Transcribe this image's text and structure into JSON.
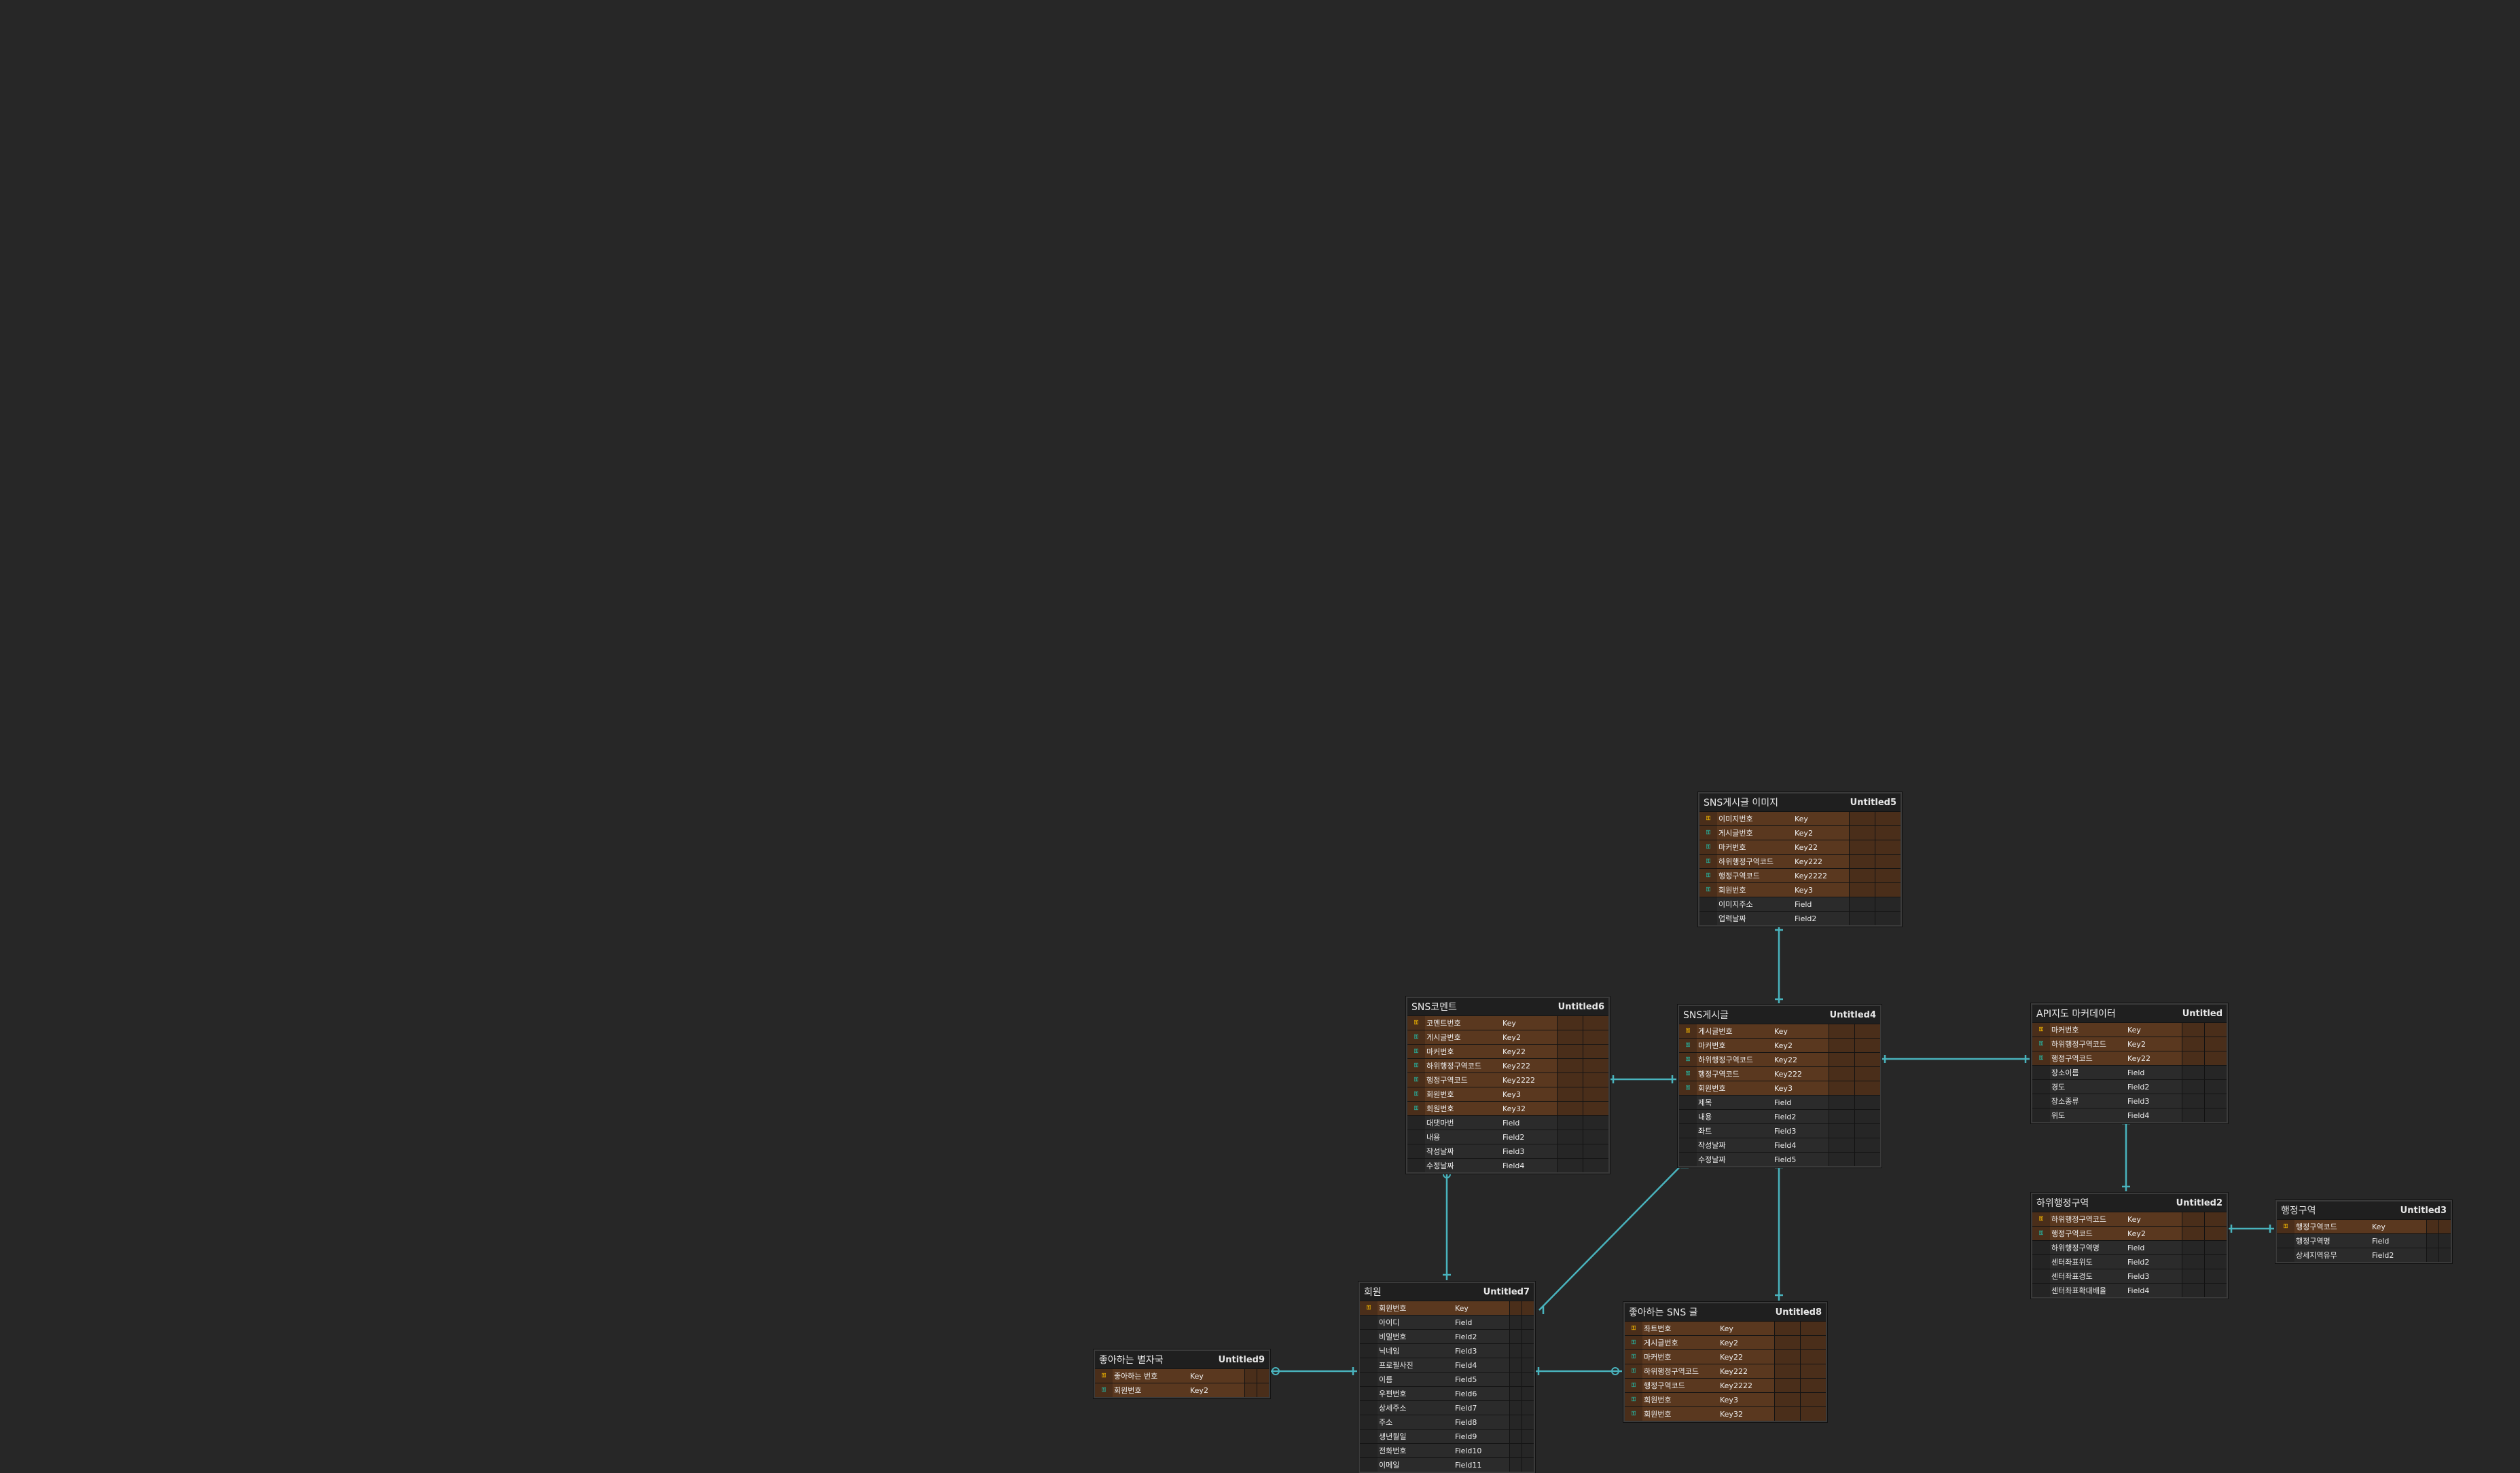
{
  "colors": {
    "background": "#272727",
    "link": "#49b3bd",
    "key_row": "#4a2e1a",
    "pk_icon": "#f0b400",
    "fk_icon": "#27b3a0"
  },
  "icons": {
    "pk": "pk-key-icon",
    "fk": "fk-key-icon",
    "pfk": "pfk-key-icon"
  },
  "entities": [
    {
      "id": "e5",
      "logical": "SNS게시글 이미지",
      "physical": "Untitled5",
      "columns": [
        {
          "name": "이미지번호",
          "type": "Key",
          "icon": "pk"
        },
        {
          "name": "게시글번호",
          "type": "Key2",
          "icon": "fk"
        },
        {
          "name": "마커번호",
          "type": "Key22",
          "icon": "fk"
        },
        {
          "name": "하위행정구역코드",
          "type": "Key222",
          "icon": "fk"
        },
        {
          "name": "행정구역코드",
          "type": "Key2222",
          "icon": "fk"
        },
        {
          "name": "회원번호",
          "type": "Key3",
          "icon": "fk"
        },
        {
          "name": "이미지주소",
          "type": "Field",
          "icon": ""
        },
        {
          "name": "업력날짜",
          "type": "Field2",
          "icon": ""
        }
      ]
    },
    {
      "id": "e6",
      "logical": "SNS코멘트",
      "physical": "Untitled6",
      "columns": [
        {
          "name": "코멘트번호",
          "type": "Key",
          "icon": "pk"
        },
        {
          "name": "게시글번호",
          "type": "Key2",
          "icon": "fk"
        },
        {
          "name": "마커번호",
          "type": "Key22",
          "icon": "fk"
        },
        {
          "name": "하위행정구역코드",
          "type": "Key222",
          "icon": "fk"
        },
        {
          "name": "행정구역코드",
          "type": "Key2222",
          "icon": "fk"
        },
        {
          "name": "회원번호",
          "type": "Key3",
          "icon": "fk"
        },
        {
          "name": "회원번호",
          "type": "Key32",
          "icon": "fk"
        },
        {
          "name": "대댓마번",
          "type": "Field",
          "icon": ""
        },
        {
          "name": "내용",
          "type": "Field2",
          "icon": ""
        },
        {
          "name": "작성날짜",
          "type": "Field3",
          "icon": ""
        },
        {
          "name": "수정날짜",
          "type": "Field4",
          "icon": ""
        }
      ]
    },
    {
      "id": "e4",
      "logical": "SNS게시글",
      "physical": "Untitled4",
      "columns": [
        {
          "name": "게시글번호",
          "type": "Key",
          "icon": "pk"
        },
        {
          "name": "마커번호",
          "type": "Key2",
          "icon": "fk"
        },
        {
          "name": "하위행정구역코드",
          "type": "Key22",
          "icon": "fk"
        },
        {
          "name": "행정구역코드",
          "type": "Key222",
          "icon": "fk"
        },
        {
          "name": "회원번호",
          "type": "Key3",
          "icon": "fk"
        },
        {
          "name": "제목",
          "type": "Field",
          "icon": ""
        },
        {
          "name": "내용",
          "type": "Field2",
          "icon": ""
        },
        {
          "name": "좌트",
          "type": "Field3",
          "icon": ""
        },
        {
          "name": "작성날짜",
          "type": "Field4",
          "icon": ""
        },
        {
          "name": "수정날짜",
          "type": "Field5",
          "icon": ""
        }
      ]
    },
    {
      "id": "e1",
      "logical": "API지도 마커데이터",
      "physical": "Untitled",
      "columns": [
        {
          "name": "마커번호",
          "type": "Key",
          "icon": "pk"
        },
        {
          "name": "하위행정구역코드",
          "type": "Key2",
          "icon": "fk"
        },
        {
          "name": "행정구역코드",
          "type": "Key22",
          "icon": "fk"
        },
        {
          "name": "장소이름",
          "type": "Field",
          "icon": ""
        },
        {
          "name": "경도",
          "type": "Field2",
          "icon": ""
        },
        {
          "name": "장소종류",
          "type": "Field3",
          "icon": ""
        },
        {
          "name": "위도",
          "type": "Field4",
          "icon": ""
        }
      ]
    },
    {
      "id": "e2",
      "logical": "하위행정구역",
      "physical": "Untitled2",
      "columns": [
        {
          "name": "하위행정구역코드",
          "type": "Key",
          "icon": "pk"
        },
        {
          "name": "행정구역코드",
          "type": "Key2",
          "icon": "fk"
        },
        {
          "name": "하위행정구역명",
          "type": "Field",
          "icon": ""
        },
        {
          "name": "센터좌표위도",
          "type": "Field2",
          "icon": ""
        },
        {
          "name": "센터좌표경도",
          "type": "Field3",
          "icon": ""
        },
        {
          "name": "센터좌표확대배율",
          "type": "Field4",
          "icon": ""
        }
      ]
    },
    {
      "id": "e3",
      "logical": "행정구역",
      "physical": "Untitled3",
      "columns": [
        {
          "name": "행정구역코드",
          "type": "Key",
          "icon": "pk"
        },
        {
          "name": "행정구역명",
          "type": "Field",
          "icon": ""
        },
        {
          "name": "상세지역유무",
          "type": "Field2",
          "icon": ""
        }
      ]
    },
    {
      "id": "e7",
      "logical": "회원",
      "physical": "Untitled7",
      "columns": [
        {
          "name": "회원번호",
          "type": "Key",
          "icon": "pk"
        },
        {
          "name": "아이디",
          "type": "Field",
          "icon": ""
        },
        {
          "name": "비밀번호",
          "type": "Field2",
          "icon": ""
        },
        {
          "name": "닉네임",
          "type": "Field3",
          "icon": ""
        },
        {
          "name": "프로필사진",
          "type": "Field4",
          "icon": ""
        },
        {
          "name": "이름",
          "type": "Field5",
          "icon": ""
        },
        {
          "name": "우편번호",
          "type": "Field6",
          "icon": ""
        },
        {
          "name": "상세주소",
          "type": "Field7",
          "icon": ""
        },
        {
          "name": "주소",
          "type": "Field8",
          "icon": ""
        },
        {
          "name": "생년월일",
          "type": "Field9",
          "icon": ""
        },
        {
          "name": "전화번호",
          "type": "Field10",
          "icon": ""
        },
        {
          "name": "이메일",
          "type": "Field11",
          "icon": ""
        }
      ]
    },
    {
      "id": "e8",
      "logical": "좋아하는 SNS 글",
      "physical": "Untitled8",
      "columns": [
        {
          "name": "좌트번호",
          "type": "Key",
          "icon": "pk"
        },
        {
          "name": "게시글번호",
          "type": "Key2",
          "icon": "fk"
        },
        {
          "name": "마커번호",
          "type": "Key22",
          "icon": "fk"
        },
        {
          "name": "하위행정구역코드",
          "type": "Key222",
          "icon": "fk"
        },
        {
          "name": "행정구역코드",
          "type": "Key2222",
          "icon": "fk"
        },
        {
          "name": "회원번호",
          "type": "Key3",
          "icon": "fk"
        },
        {
          "name": "회원번호",
          "type": "Key32",
          "icon": "fk"
        }
      ]
    },
    {
      "id": "e9",
      "logical": "좋아하는 별자국",
      "physical": "Untitled9",
      "columns": [
        {
          "name": "좋아하는 번호",
          "type": "Key",
          "icon": "pk"
        },
        {
          "name": "회원번호",
          "type": "Key2",
          "icon": "fk"
        }
      ]
    }
  ]
}
